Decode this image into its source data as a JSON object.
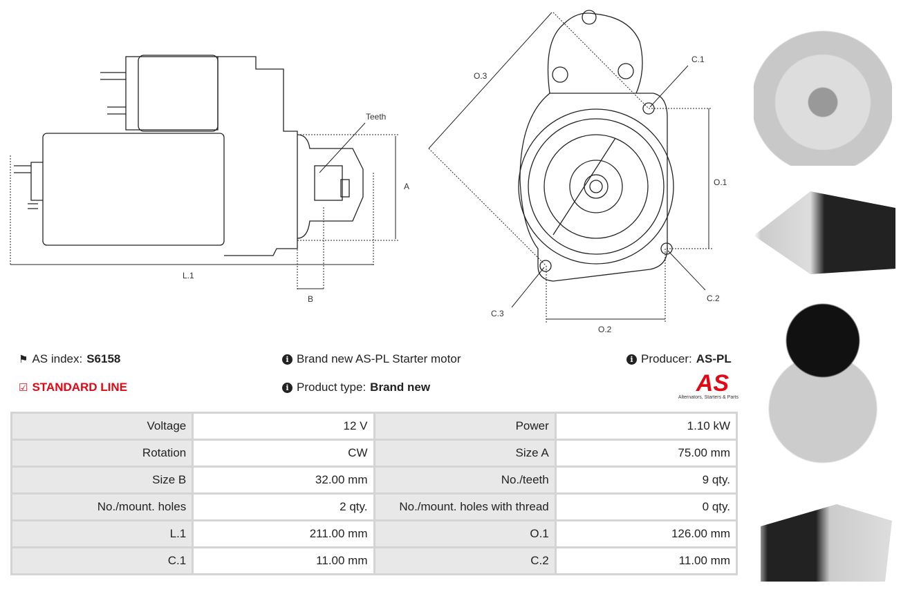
{
  "drawing": {
    "teeth": "Teeth",
    "a": "A",
    "b": "B",
    "l1": "L.1",
    "o1": "O.1",
    "o2": "O.2",
    "o3": "O.3",
    "c1": "C.1",
    "c2": "C.2",
    "c3": "C.3"
  },
  "info": {
    "as_index_label": "AS index:",
    "as_index": "S6158",
    "line": "STANDARD LINE",
    "desc": "Brand new AS-PL Starter motor",
    "type_label": "Product type:",
    "type": "Brand new",
    "producer_label": "Producer:",
    "producer": "AS-PL"
  },
  "logo": {
    "text": "AS",
    "tagline": "Alternators, Starters & Parts"
  },
  "colors": {
    "accent": "#e30613"
  },
  "specs": [
    [
      "Voltage",
      "12 V",
      "Power",
      "1.10 kW"
    ],
    [
      "Rotation",
      "CW",
      "Size A",
      "75.00 mm"
    ],
    [
      "Size B",
      "32.00 mm",
      "No./teeth",
      "9 qty."
    ],
    [
      "No./mount. holes",
      "2 qty.",
      "No./mount. holes with thread",
      "0 qty."
    ],
    [
      "L.1",
      "211.00 mm",
      "O.1",
      "126.00 mm"
    ],
    [
      "C.1",
      "11.00 mm",
      "C.2",
      "11.00 mm"
    ]
  ]
}
